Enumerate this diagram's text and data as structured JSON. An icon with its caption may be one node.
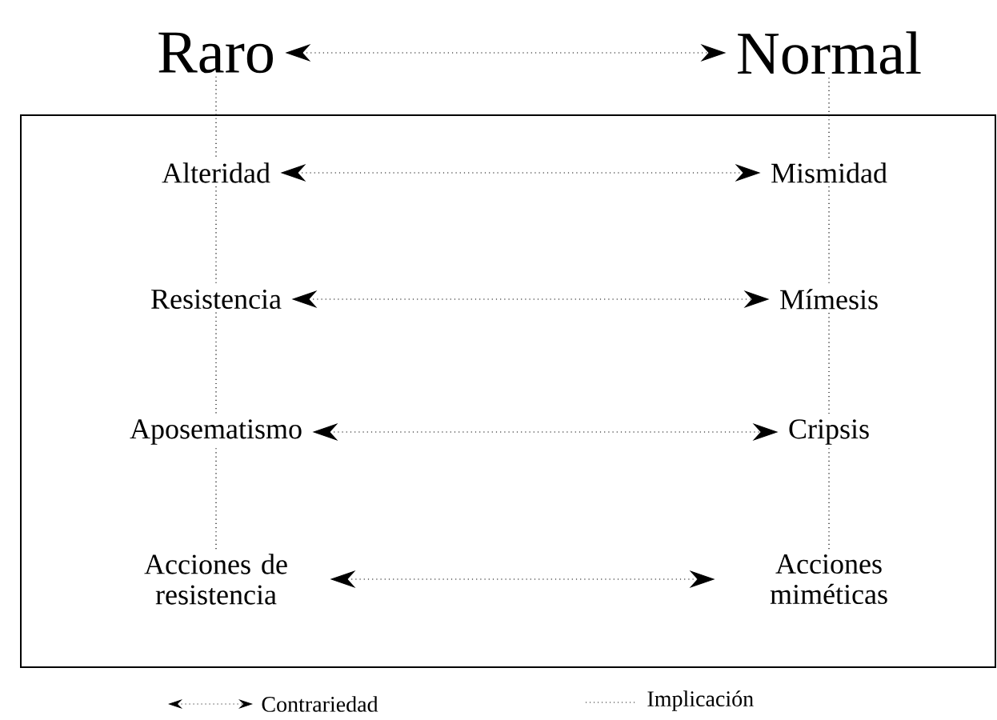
{
  "diagram": {
    "nodes": [
      {
        "text": [
          "Raro"
        ]
      },
      {
        "text": [
          "Normal"
        ]
      },
      {
        "text": [],
        "shape": "box"
      },
      {
        "text": [
          "Alteridad"
        ],
        "in": 2
      },
      {
        "text": [
          "Mismidad"
        ],
        "in": 2
      },
      {
        "text": [
          "Resistencia"
        ],
        "in": 2
      },
      {
        "text": [
          "Mímesis"
        ],
        "in": 2
      },
      {
        "text": [
          "Aposematismo"
        ],
        "in": 2
      },
      {
        "text": [
          "Cripsis"
        ],
        "in": 2
      },
      {
        "text": [
          "Acciones de resistencia"
        ],
        "in": 2
      },
      {
        "text": [
          "Acciones miméticas"
        ],
        "in": 2
      }
    ],
    "edges": [
      {
        "from": 0,
        "to": 1,
        "arrow": "both",
        "style": "dashed"
      },
      {
        "from": 3,
        "to": 4,
        "arrow": "both",
        "style": "dashed"
      },
      {
        "from": 5,
        "to": 6,
        "arrow": "both",
        "style": "dashed"
      },
      {
        "from": 7,
        "to": 8,
        "arrow": "both",
        "style": "dashed"
      },
      {
        "from": 9,
        "to": 10,
        "arrow": "both",
        "style": "dashed"
      },
      {
        "from": 0,
        "to": 3,
        "arrow": "none",
        "style": "dashed"
      },
      {
        "from": 3,
        "to": 5,
        "arrow": "none",
        "style": "dashed"
      },
      {
        "from": 5,
        "to": 7,
        "arrow": "none",
        "style": "dashed"
      },
      {
        "from": 7,
        "to": 9,
        "arrow": "none",
        "style": "dashed"
      },
      {
        "from": 1,
        "to": 4,
        "arrow": "none",
        "style": "dashed"
      },
      {
        "from": 4,
        "to": 6,
        "arrow": "none",
        "style": "dashed"
      },
      {
        "from": 6,
        "to": 8,
        "arrow": "none",
        "style": "dashed"
      },
      {
        "from": 8,
        "to": 10,
        "arrow": "none",
        "style": "dashed"
      }
    ],
    "legend": [
      {
        "text": "Contrariedad"
      },
      {
        "text": "Implicación"
      }
    ]
  }
}
